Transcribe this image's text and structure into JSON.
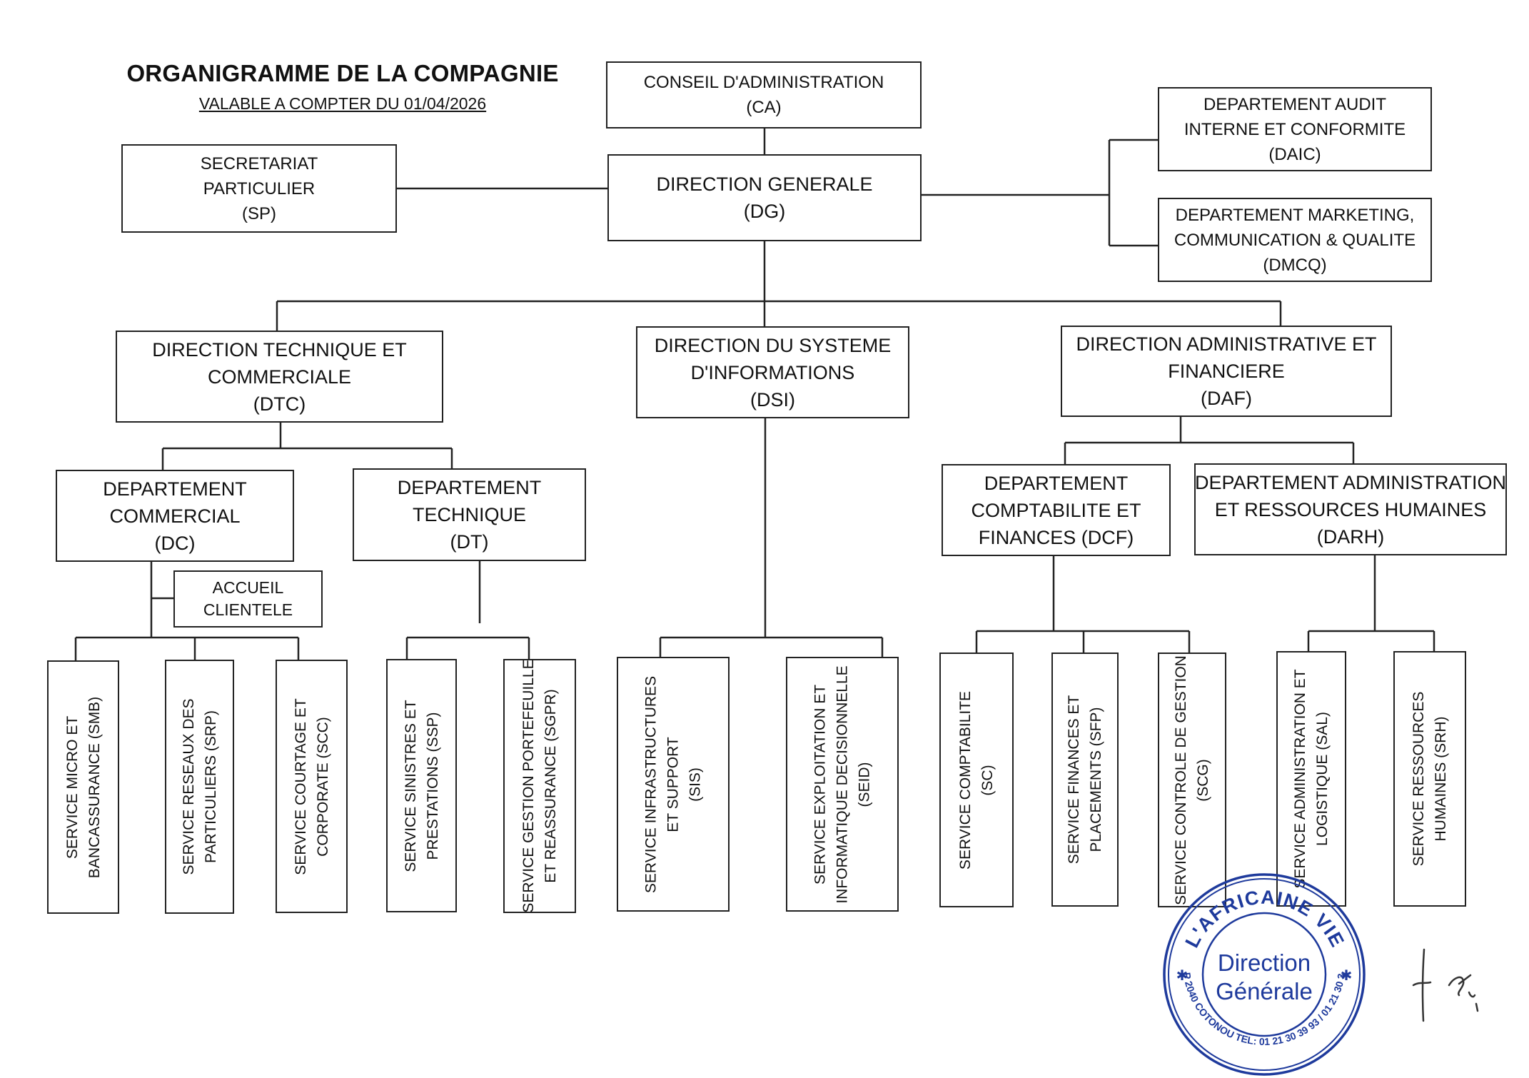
{
  "header": {
    "title": "ORGANIGRAMME DE LA COMPAGNIE",
    "subtitle": "VALABLE A COMPTER DU 01/04/2026"
  },
  "boxes": {
    "ca": {
      "l1": "CONSEIL D'ADMINISTRATION",
      "l2": "(CA)"
    },
    "dg": {
      "l1": "DIRECTION GENERALE",
      "l2": "(DG)"
    },
    "sp": {
      "l1": "SECRETARIAT",
      "l2": "PARTICULIER",
      "l3": "(SP)"
    },
    "daic": {
      "l1": "DEPARTEMENT AUDIT",
      "l2": "INTERNE ET CONFORMITE",
      "l3": "(DAIC)"
    },
    "dmcq": {
      "l1": "DEPARTEMENT MARKETING,",
      "l2": "COMMUNICATION & QUALITE",
      "l3": "(DMCQ)"
    },
    "dtc": {
      "l1": "DIRECTION TECHNIQUE ET",
      "l2": "COMMERCIALE",
      "l3": "(DTC)"
    },
    "dsi": {
      "l1": "DIRECTION DU SYSTEME",
      "l2": "D'INFORMATIONS",
      "l3": "(DSI)"
    },
    "daf": {
      "l1": "DIRECTION ADMINISTRATIVE ET",
      "l2": "FINANCIERE",
      "l3": "(DAF)"
    },
    "dc": {
      "l1": "DEPARTEMENT",
      "l2": "COMMERCIAL",
      "l3": "(DC)"
    },
    "dt": {
      "l1": "DEPARTEMENT",
      "l2": "TECHNIQUE",
      "l3": "(DT)"
    },
    "dcf": {
      "l1": "DEPARTEMENT",
      "l2": "COMPTABILITE ET",
      "l3": "FINANCES (DCF)"
    },
    "darh": {
      "l1": "DEPARTEMENT ADMINISTRATION",
      "l2": "ET RESSOURCES HUMAINES",
      "l3": "(DARH)"
    },
    "accueil": {
      "l1": "ACCUEIL",
      "l2": "CLIENTELE"
    }
  },
  "services": {
    "smb": {
      "l1": "SERVICE MICRO ET",
      "l2": "BANCASSURANCE (SMB)"
    },
    "srp": {
      "l1": "SERVICE RESEAUX DES",
      "l2": "PARTICULIERS (SRP)"
    },
    "scc": {
      "l1": "SERVICE COURTAGE ET",
      "l2": "CORPORATE (SCC)"
    },
    "ssp": {
      "l1": "SERVICE SINISTRES ET",
      "l2": "PRESTATIONS (SSP)"
    },
    "sgpr": {
      "l1": "SERVICE GESTION PORTEFEUILLE",
      "l2": "ET REASSURANCE (SGPR)"
    },
    "sis": {
      "l1": "SERVICE INFRASTRUCTURES",
      "l2": "ET SUPPORT",
      "l3": "(SIS)"
    },
    "seid": {
      "l1": "SERVICE EXPLOITATION ET",
      "l2": "INFORMATIQUE DECISIONNELLE",
      "l3": "(SEID)"
    },
    "sc": {
      "l1": "SERVICE COMPTABILITE",
      "l2": "(SC)"
    },
    "sfp": {
      "l1": "SERVICE FINANCES ET",
      "l2": "PLACEMENTS (SFP)"
    },
    "scg": {
      "l1": "SERVICE CONTROLE DE GESTION",
      "l2": "(SCG)"
    },
    "sal": {
      "l1": "SERVICE ADMINISTRATION ET",
      "l2": "LOGISTIQUE (SAL)"
    },
    "srh": {
      "l1": "SERVICE RESSOURCES",
      "l2": "HUMAINES (SRH)"
    }
  },
  "stamp": {
    "company": "L'AFRICAINE VIE",
    "line1": "Direction",
    "line2": "Générale",
    "footer": "01BP 2040 COTONOU TEL: 01 21 30 39 93 / 01 21 30 39 76",
    "color": "#1e3a9c"
  }
}
